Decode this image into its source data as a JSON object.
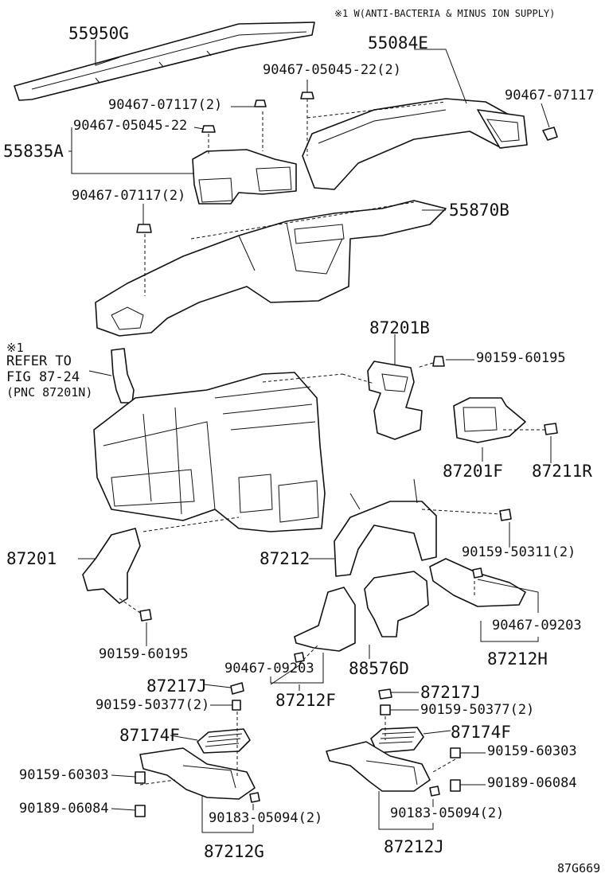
{
  "footnote": "※1 W(ANTI-BACTERIA & MINUS ION SUPPLY)",
  "refer": {
    "mark": "※1",
    "line1": "REFER TO",
    "line2": "FIG 87-24",
    "line3": "(PNC 87201N)"
  },
  "diagram_id": "87G669",
  "labels": {
    "p55950G": "55950G",
    "p55084E": "55084E",
    "p90467_05045_22_2": "90467-05045-22(2)",
    "p90467_07117_2_top": "90467-07117(2)",
    "p90467_07117": "90467-07117",
    "p90467_05045_22": "90467-05045-22",
    "p55835A": "55835A",
    "p90467_07117_2_mid": "90467-07117(2)",
    "p55870B": "55870B",
    "p87201B": "87201B",
    "p90159_60195_top": "90159-60195",
    "p87201F": "87201F",
    "p87211R": "87211R",
    "p87201": "87201",
    "p87212": "87212",
    "p90159_50311_2": "90159-50311(2)",
    "p90159_60195_bot": "90159-60195",
    "p90467_09203_right": "90467-09203",
    "p87212H": "87212H",
    "p90467_09203_left": "90467-09203",
    "p88576D": "88576D",
    "p87212F": "87212F",
    "p87217J_left": "87217J",
    "p90159_50377_2_left": "90159-50377(2)",
    "p87174F_left": "87174F",
    "p90159_60303_left": "90159-60303",
    "p90189_06084_left": "90189-06084",
    "p90183_05094_2_left": "90183-05094(2)",
    "p87212G": "87212G",
    "p87217J_right": "87217J",
    "p90159_50377_2_right": "90159-50377(2)",
    "p87174F_right": "87174F",
    "p90159_60303_right": "90159-60303",
    "p90189_06084_right": "90189-06084",
    "p90183_05094_2_right": "90183-05094(2)",
    "p87212J": "87212J"
  }
}
